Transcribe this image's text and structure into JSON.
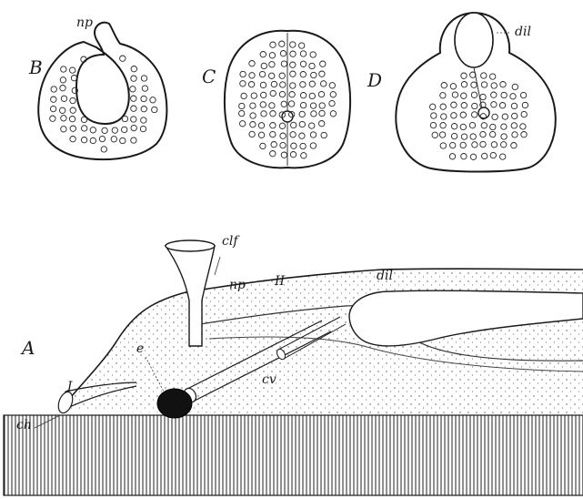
{
  "figure": {
    "panels": {
      "a": "A",
      "b": "B",
      "c": "C",
      "d": "D"
    },
    "labels": {
      "np_top": "np",
      "dil_top": "dil",
      "clf": "clf",
      "np": "np",
      "II": "II",
      "dil": "dil",
      "e": "e",
      "I": "I",
      "cv": "cv",
      "ch": "ch"
    },
    "colors": {
      "ink": "#1a1a1a",
      "paper": "#ffffff"
    }
  }
}
